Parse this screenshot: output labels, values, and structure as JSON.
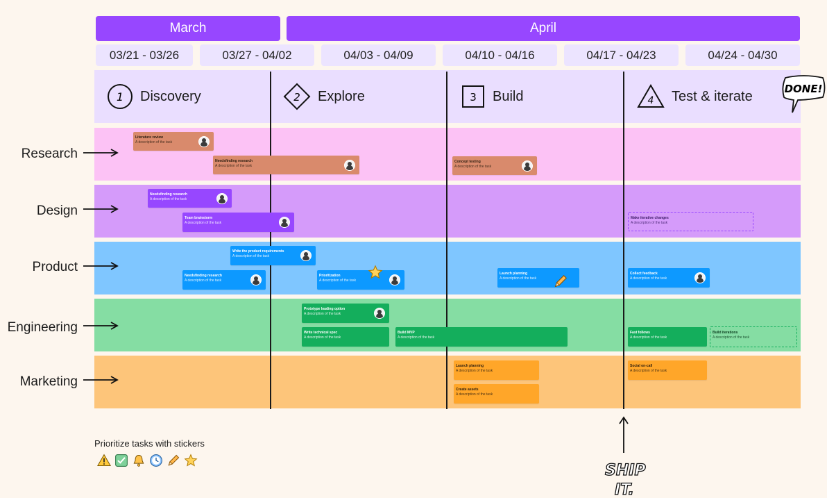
{
  "months": [
    "March",
    "April"
  ],
  "weeks": [
    "03/21 - 03/26",
    "03/27 - 04/02",
    "04/03 - 04/09",
    "04/10 - 04/16",
    "04/17 - 04/23",
    "04/24 - 04/30"
  ],
  "phases": [
    {
      "number": "1",
      "label": "Discovery",
      "shape": "circle"
    },
    {
      "number": "2",
      "label": "Explore",
      "shape": "diamond"
    },
    {
      "number": "3",
      "label": "Build",
      "shape": "square"
    },
    {
      "number": "4",
      "label": "Test & iterate",
      "shape": "triangle"
    }
  ],
  "done_label": "DONE!",
  "ship_label": [
    "SHIP",
    "IT."
  ],
  "lanes": [
    {
      "label": "Research",
      "color": "#fcc2f5"
    },
    {
      "label": "Design",
      "color": "#d59bfa"
    },
    {
      "label": "Product",
      "color": "#7fc6ff"
    },
    {
      "label": "Engineering",
      "color": "#85dda3"
    },
    {
      "label": "Marketing",
      "color": "#fdc57a"
    }
  ],
  "task_description": "A description of the task",
  "tasks": {
    "research": [
      {
        "title": "Literature review"
      },
      {
        "title": "Needsfinding research"
      },
      {
        "title": "Concept testing"
      }
    ],
    "design": [
      {
        "title": "Needsfinding research"
      },
      {
        "title": "Team brainstorm"
      },
      {
        "title": "Make iterative changes"
      }
    ],
    "product": [
      {
        "title": "Write the product requirements"
      },
      {
        "title": "Needsfinding research"
      },
      {
        "title": "Prioritization"
      },
      {
        "title": "Launch planning"
      },
      {
        "title": "Collect feedback"
      }
    ],
    "engineering": [
      {
        "title": "Prototype loading option"
      },
      {
        "title": "Write technical spec"
      },
      {
        "title": "Build MVP"
      },
      {
        "title": "Fast follows"
      },
      {
        "title": "Build iterations"
      }
    ],
    "marketing": [
      {
        "title": "Launch planning"
      },
      {
        "title": "Create assets"
      },
      {
        "title": "Social on-call"
      }
    ]
  },
  "stickers": {
    "caption": "Prioritize tasks with stickers",
    "icons": [
      "warning-icon",
      "checkbox-icon",
      "bell-icon",
      "clock-icon",
      "pencil-icon",
      "star-icon"
    ]
  },
  "colors": {
    "month": "#9747ff",
    "week": "#ece4ff",
    "research_card": "#d98a6c",
    "design_card": "#9747ff",
    "product_card": "#0d99ff",
    "engineering_card": "#14ae5c",
    "marketing_card": "#ffa629"
  }
}
